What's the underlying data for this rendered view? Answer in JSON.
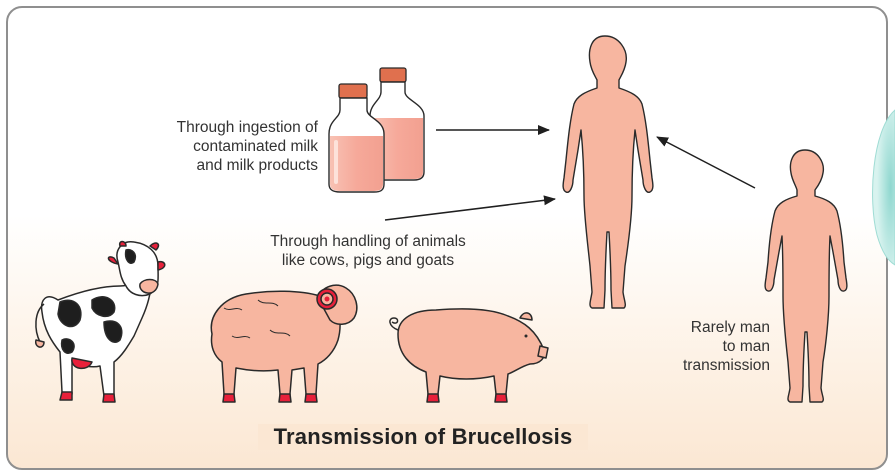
{
  "diagram": {
    "title": "Transmission of Brucellosis",
    "labels": {
      "ingestion": [
        "Through ingestion of",
        "contaminated milk",
        "and milk products"
      ],
      "handling": [
        "Through handling of animals",
        "like cows, pigs and goats"
      ],
      "man_to_man": [
        "Rarely man",
        "to man",
        "transmission"
      ]
    },
    "colors": {
      "skin": "#f7b6a0",
      "milk": "#f7b3a6",
      "cap": "#e0704e",
      "spot": "#e8203a",
      "outline": "#2a2a2a"
    },
    "icons": [
      "milk-bottle-icon",
      "cow-icon",
      "sheep-icon",
      "pig-icon",
      "human-figure-icon",
      "arrow-icon"
    ]
  }
}
